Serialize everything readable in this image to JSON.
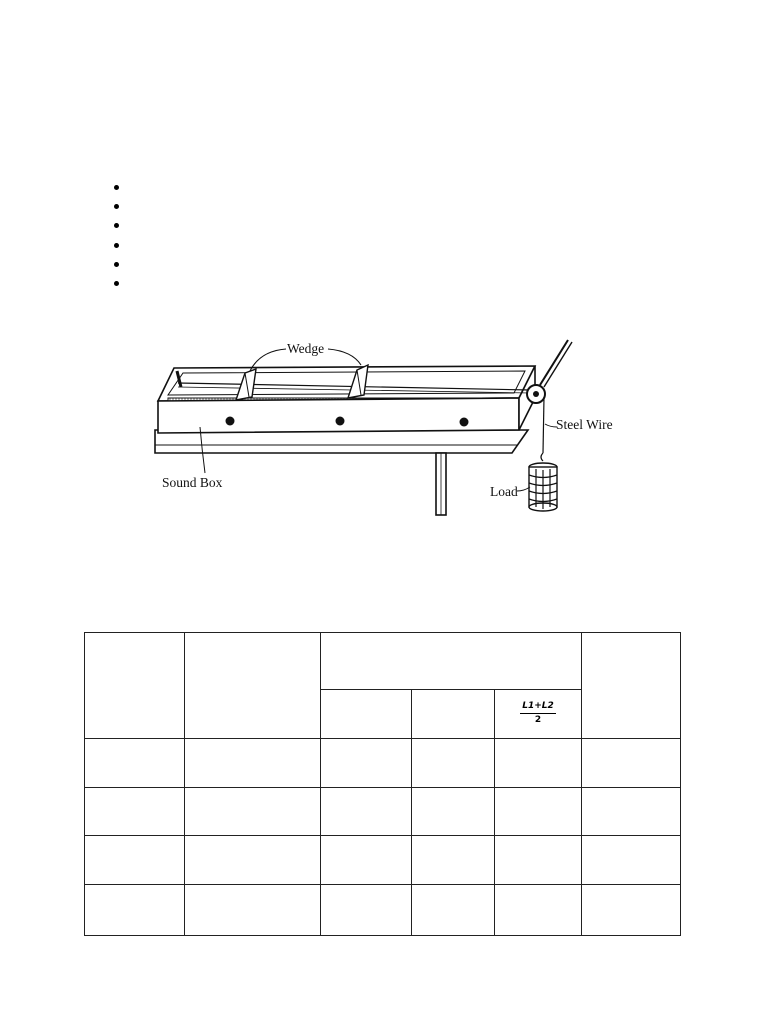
{
  "bullet_list": {
    "count": 6
  },
  "figure": {
    "labels": {
      "wedge": "Wedge",
      "steel_wire": "Steel Wire",
      "sound_box": "Sound Box",
      "load": "Load"
    }
  },
  "table": {
    "mean_formula": {
      "numerator": "L1+L2",
      "denominator": "2"
    },
    "data_rows": 4
  }
}
